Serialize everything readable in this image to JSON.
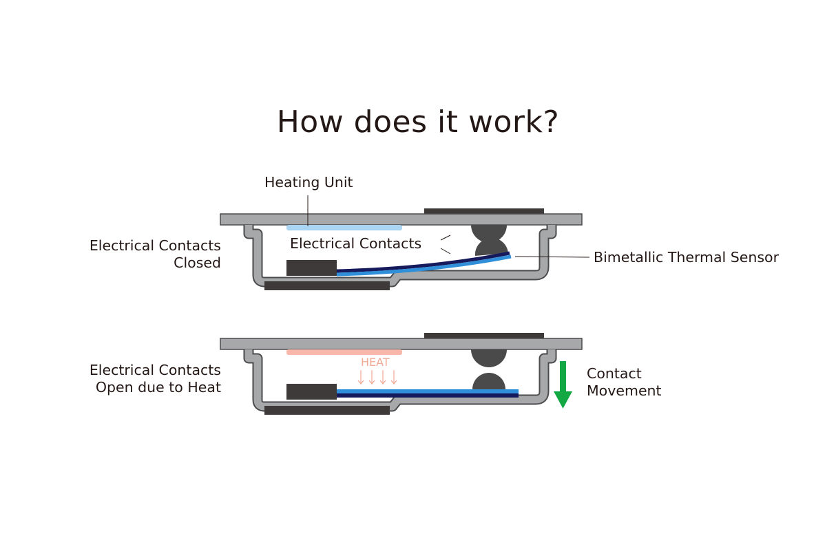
{
  "title": "How does it work?",
  "closed": {
    "heating_unit_label": "Heating Unit",
    "state_label_line1": "Electrical Contacts",
    "state_label_line2": "Closed",
    "contacts_label": "Electrical Contacts",
    "sensor_label": "Bimetallic Thermal Sensor"
  },
  "open": {
    "state_label_line1": "Electrical Contacts",
    "state_label_line2": "Open due to Heat",
    "heat_label": "HEAT",
    "movement_label_line1": "Contact",
    "movement_label_line2": "Movement"
  },
  "colors": {
    "housing": "#a7a8aa",
    "housing_stroke": "#4b4b4d",
    "dark_block": "#3e3a39",
    "heating_cool": "#a9d4f2",
    "heating_hot": "#f7b8ab",
    "bimetal_light": "#2f8fd8",
    "bimetal_dark": "#141a5c",
    "arrow": "#14a844"
  }
}
